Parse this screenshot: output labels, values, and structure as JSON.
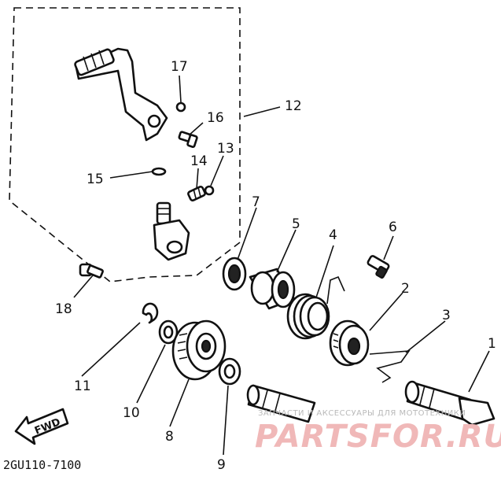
{
  "diagram": {
    "drawing_code": "2GU110-7100",
    "fwd_label": "FWD",
    "watermark": {
      "caption": "ЗАПЧАСТИ И АКСЕССУАРЫ ДЛЯ МОТОТЕХНИКИ",
      "logo_text": "PARTSFOR.RU"
    },
    "callouts": [
      "1",
      "2",
      "3",
      "4",
      "5",
      "6",
      "7",
      "8",
      "9",
      "10",
      "11",
      "12",
      "13",
      "14",
      "15",
      "16",
      "17",
      "18"
    ],
    "colors": {
      "ink": "#111111",
      "watermark": "#f0b8b8",
      "background": "#ffffff"
    }
  }
}
